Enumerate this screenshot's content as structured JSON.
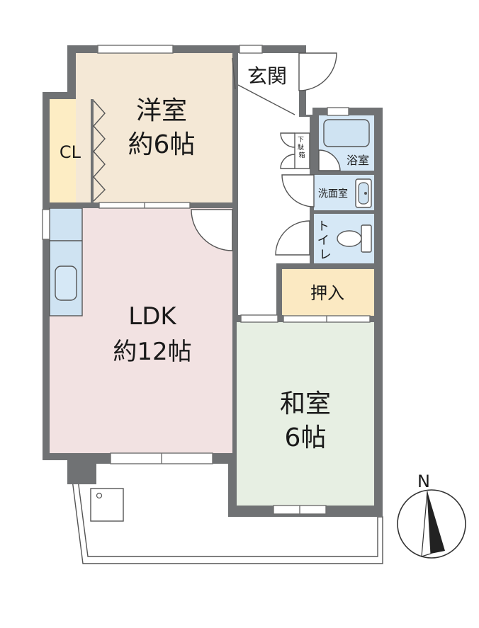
{
  "rooms": {
    "western": {
      "name": "洋室",
      "size": "約6帖"
    },
    "closet": {
      "name": "CL"
    },
    "entrance": {
      "name": "玄関"
    },
    "shoe_box": {
      "name": "下駄箱"
    },
    "bath": {
      "name": "浴室"
    },
    "washroom": {
      "name": "洗面室"
    },
    "toilet": {
      "name": "トイレ"
    },
    "ldk": {
      "name": "LDK",
      "size": "約12帖"
    },
    "oshiire": {
      "name": "押入"
    },
    "japanese": {
      "name": "和室",
      "size": "6帖"
    }
  },
  "compass": {
    "north": "N"
  },
  "colors": {
    "western": "#f4e8d6",
    "closet": "#fdedc4",
    "ldk": "#f2e2e2",
    "japanese": "#e7efe3",
    "oshiire": "#fbe9c2",
    "wet_area": "#d6e8f6",
    "wall": "#707274"
  }
}
